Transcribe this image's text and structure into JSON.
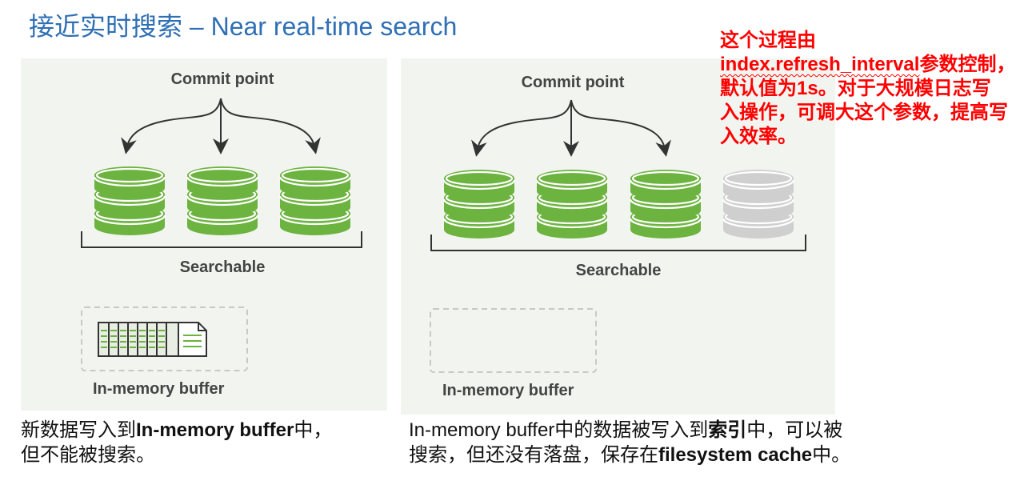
{
  "title": "接近实时搜索 – Near real-time search",
  "colors": {
    "title": "#2e6fb5",
    "panel_bg": "#f1f4ef",
    "segment_green": "#6cb33f",
    "segment_gray": "#cfcfcf",
    "note_red": "#ff0000"
  },
  "left_panel": {
    "commit_label": "Commit point",
    "searchable_label": "Searchable",
    "buffer_label": "In-memory buffer",
    "segments": [
      "committed",
      "committed",
      "committed"
    ],
    "buffer_state": "has-documents"
  },
  "right_panel": {
    "commit_label": "Commit point",
    "searchable_label": "Searchable",
    "buffer_label": "In-memory buffer",
    "segments": [
      "committed",
      "committed",
      "committed",
      "new-uncommitted"
    ],
    "buffer_state": "empty"
  },
  "captions": {
    "left": {
      "line1_a": "新数据写入到",
      "line1_b": "In-memory buffer",
      "line1_c": "中，",
      "line2": "但不能被搜索。"
    },
    "right": {
      "line1_a": "In-memory buffer中的数据被写入到",
      "line1_b": "索引",
      "line1_c": "中，可以被",
      "line2_a": "搜索，但还没有落盘，保存在",
      "line2_b": "filesystem cache",
      "line2_c": "中。"
    }
  },
  "note": {
    "line1": "这个过程由",
    "line2_a": "index.refresh_interval",
    "line2_b": "参数控制，",
    "line3": "默认值为1s。对于大规模日志写",
    "line4": "入操作，可调大这个参数，提高写",
    "line5": "入效率。"
  }
}
